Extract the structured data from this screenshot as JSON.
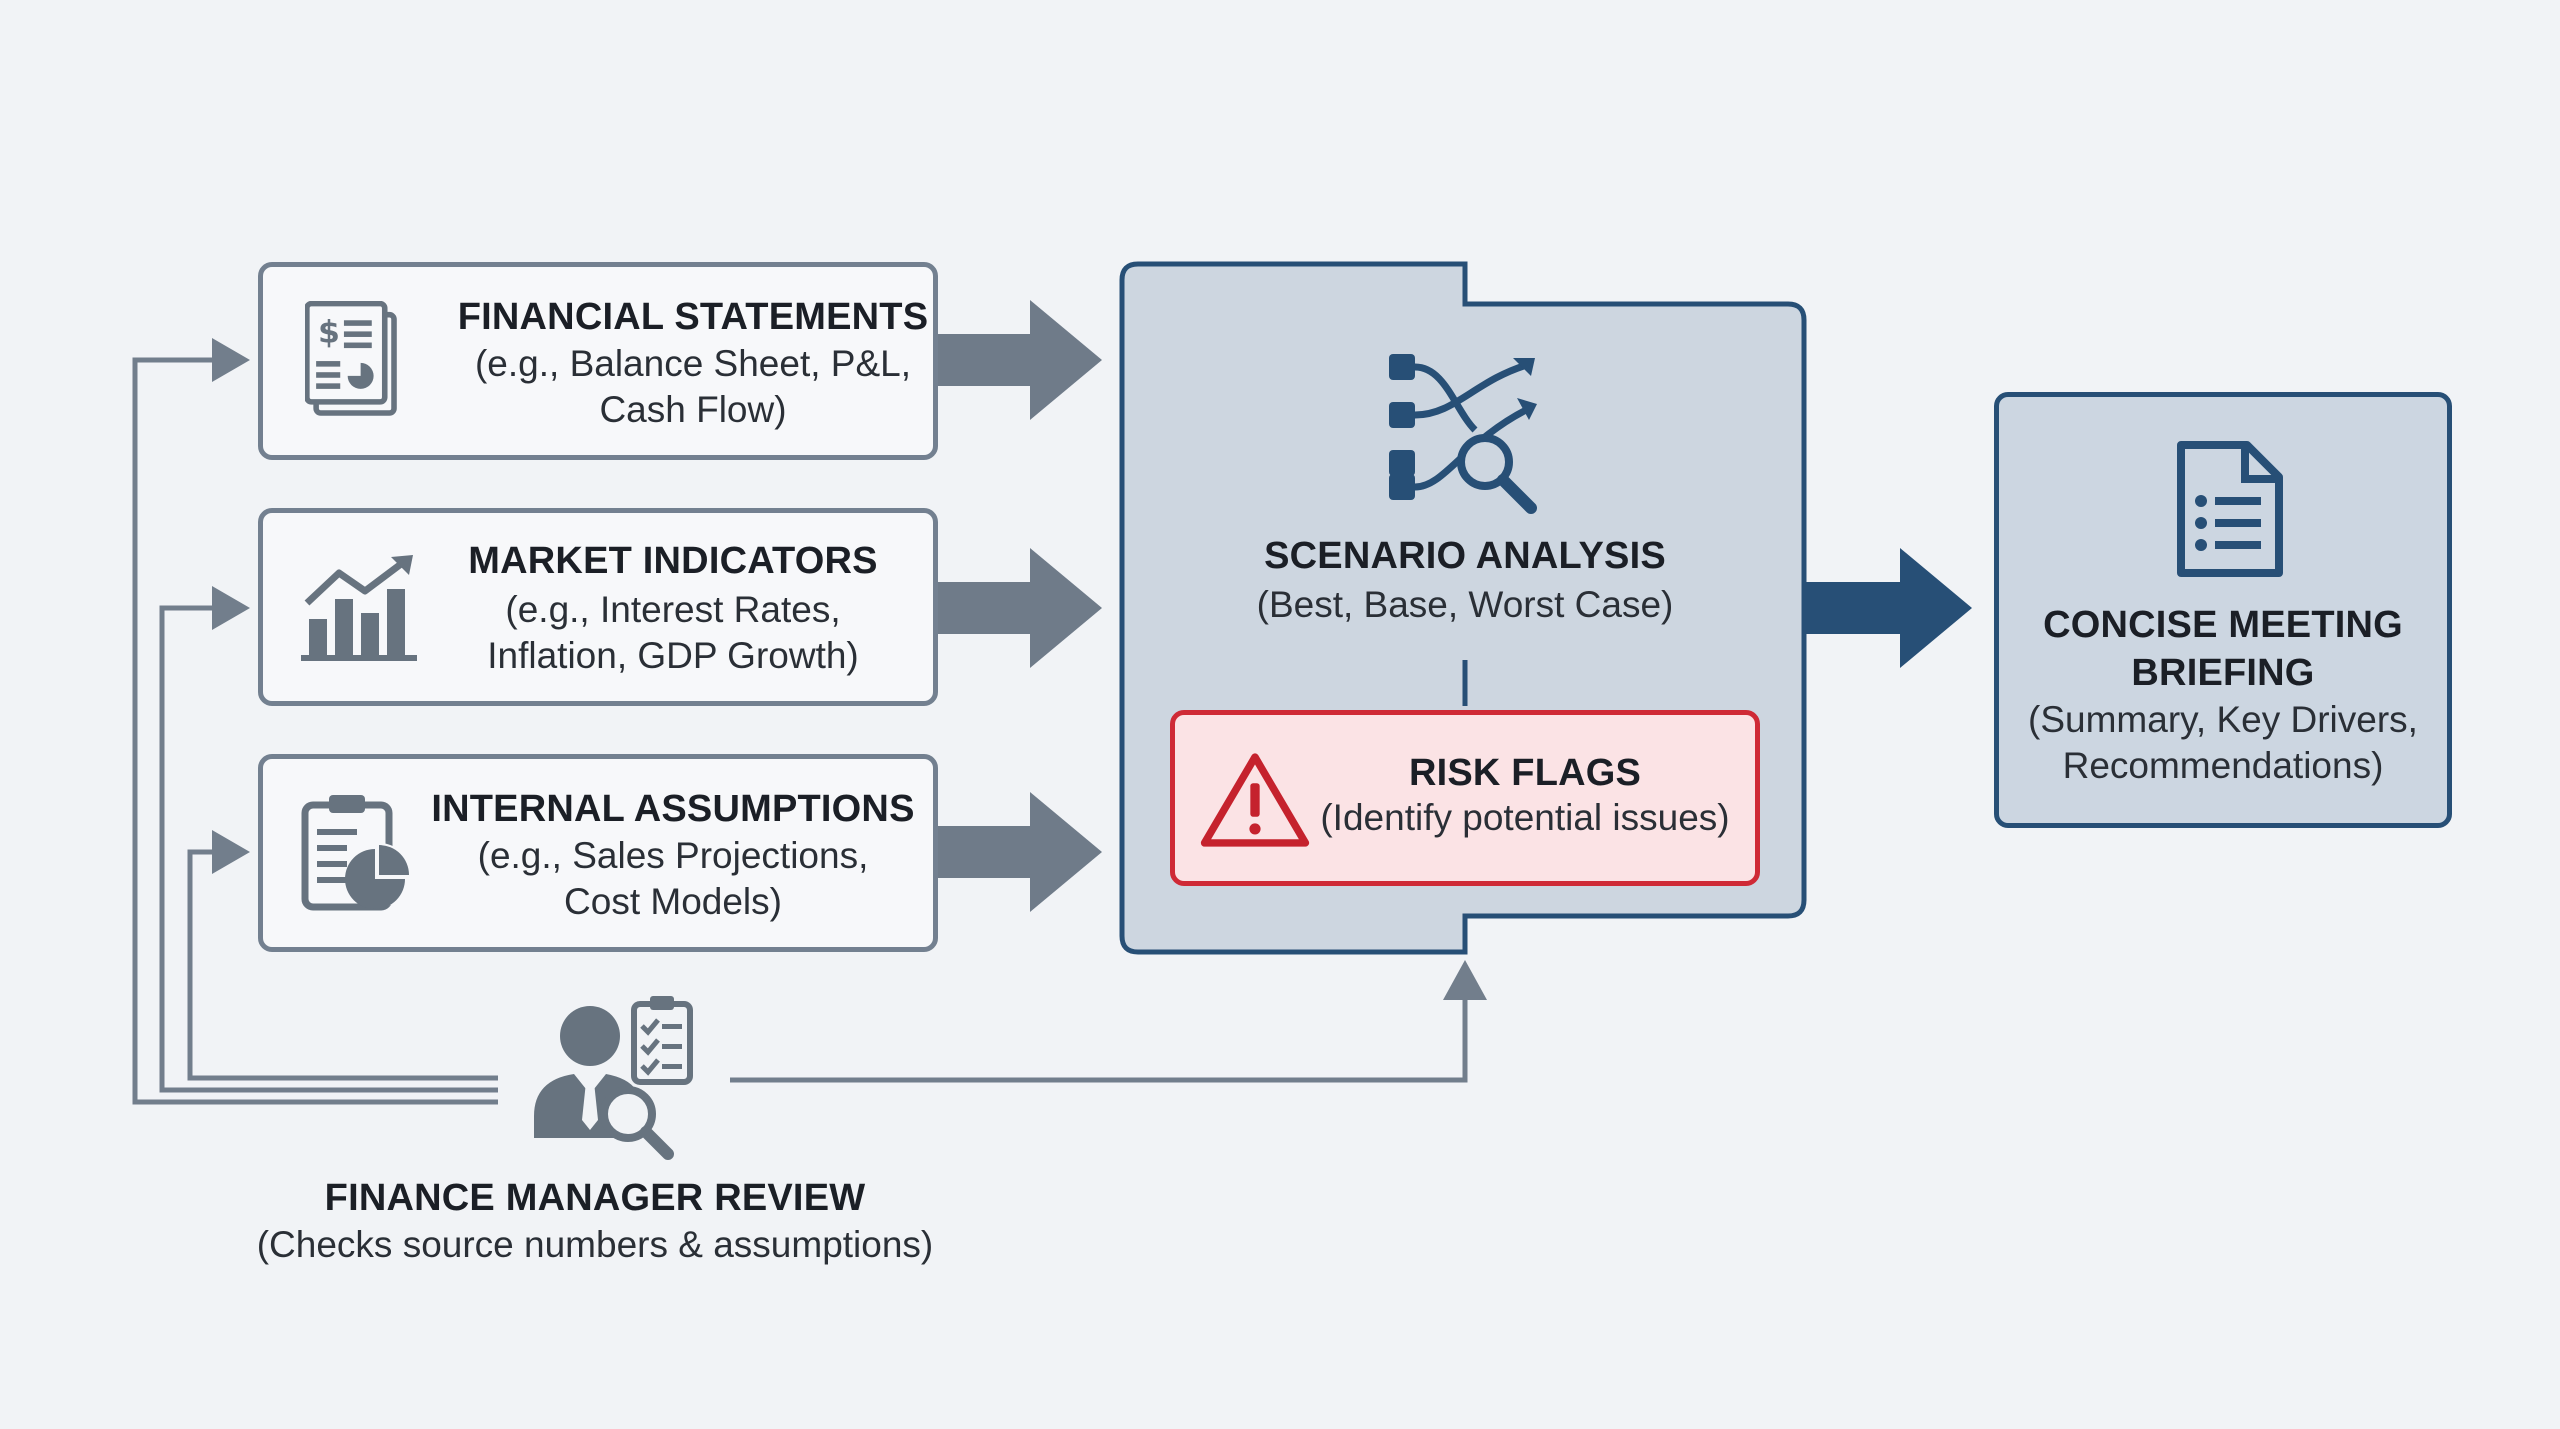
{
  "colors": {
    "background": "#f1f3f6",
    "input_border": "#738090",
    "input_arrow": "#6f7b89",
    "navy": "#274f76",
    "analysis_fill": "#cdd6e0",
    "risk_border": "#cf2a36",
    "risk_fill": "#fbe3e5",
    "briefing_fill": "#ccd6e1",
    "connector": "#727e8c"
  },
  "inputs": [
    {
      "title": "FINANCIAL STATEMENTS",
      "line1": "(e.g., Balance Sheet, P&L,",
      "line2": "Cash Flow)",
      "icon": "financial-report-icon"
    },
    {
      "title": "MARKET INDICATORS",
      "line1": "(e.g., Interest Rates,",
      "line2": "Inflation, GDP Growth)",
      "icon": "bar-chart-trend-icon"
    },
    {
      "title": "INTERNAL ASSUMPTIONS",
      "line1": "(e.g., Sales Projections,",
      "line2": "Cost Models)",
      "icon": "clipboard-pie-chart-icon"
    }
  ],
  "analysis": {
    "title": "SCENARIO ANALYSIS",
    "subtitle": "(Best, Base, Worst Case)",
    "icon": "scenario-branch-magnifier-icon"
  },
  "risk": {
    "title": "RISK FLAGS",
    "subtitle": "(Identify potential issues)",
    "icon": "warning-triangle-icon"
  },
  "briefing": {
    "title_line1": "CONCISE MEETING",
    "title_line2": "BRIEFING",
    "sub_line1": "(Summary, Key Drivers,",
    "sub_line2": "Recommendations)",
    "icon": "document-list-icon"
  },
  "review": {
    "title": "FINANCE MANAGER REVIEW",
    "subtitle": "(Checks source numbers & assumptions)",
    "icon": "manager-checklist-magnifier-icon"
  }
}
